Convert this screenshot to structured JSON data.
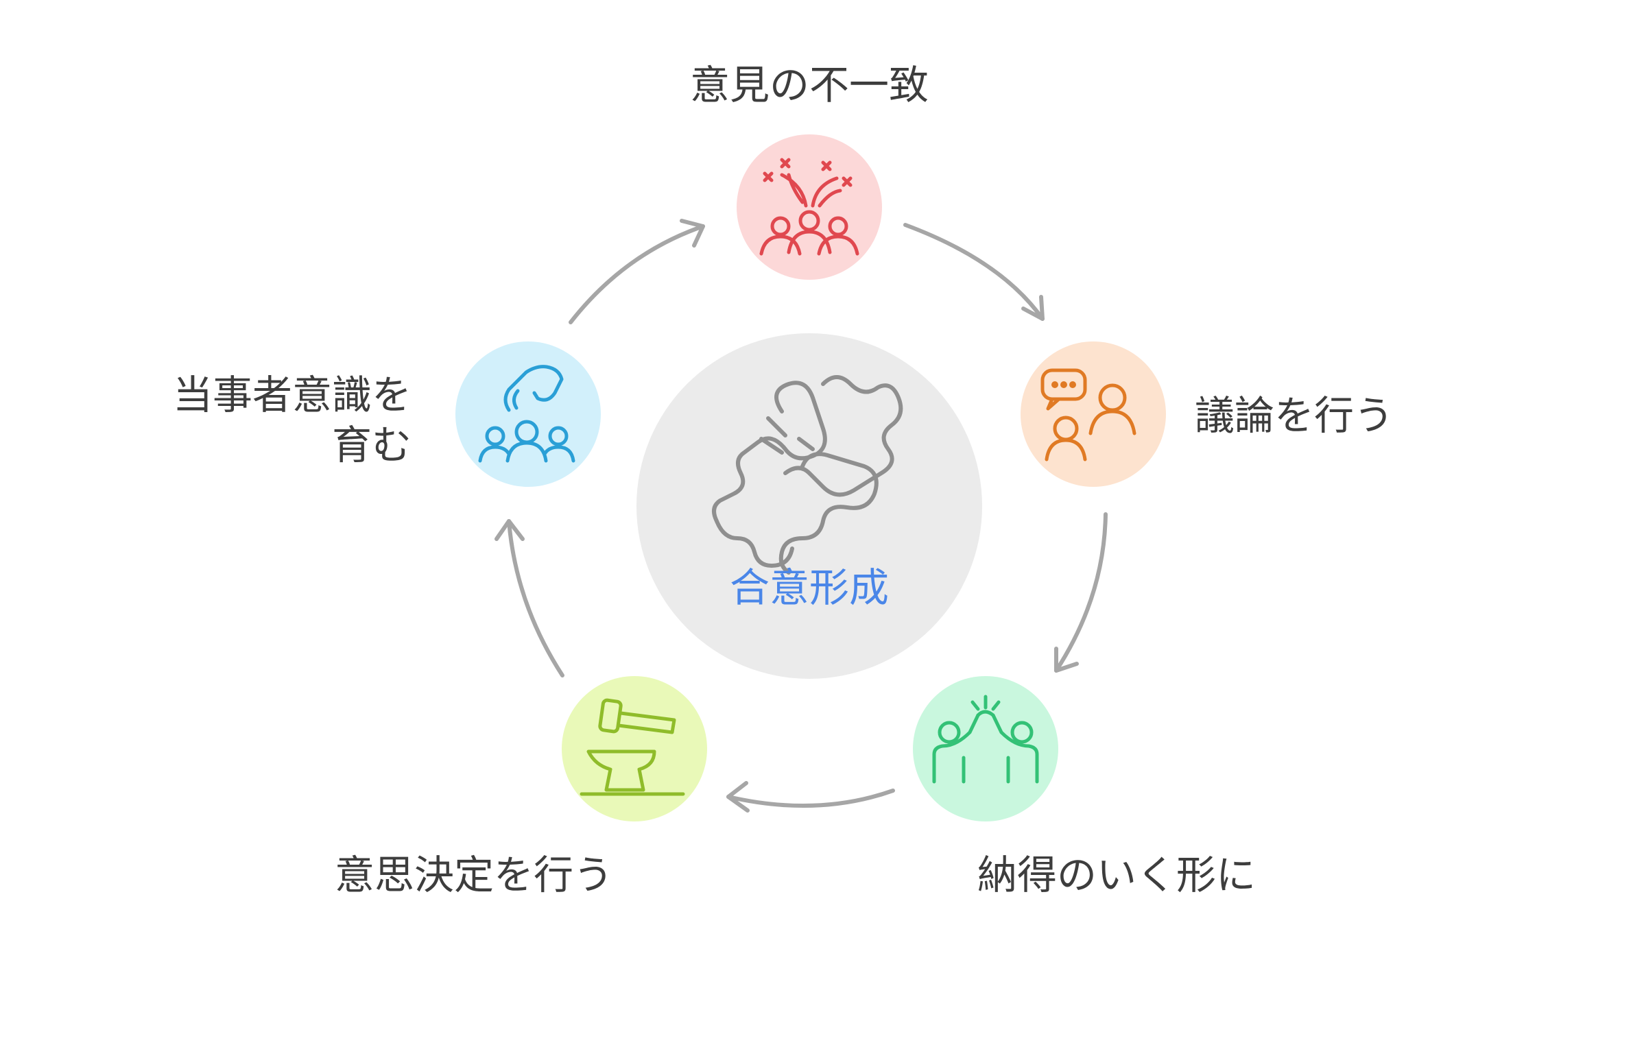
{
  "center": {
    "label": "合意形成",
    "icon": "handshake-puzzle-icon",
    "color": "#4a86e8"
  },
  "steps": [
    {
      "label": "意見の不一致",
      "icon": "disagreement-people-icon",
      "fill": "#fcd8d8",
      "stroke": "#e0484f"
    },
    {
      "label": "議論を行う",
      "icon": "discussion-people-icon",
      "fill": "#fde3cf",
      "stroke": "#e07a24"
    },
    {
      "label": "納得のいく形に",
      "icon": "high-five-icon",
      "fill": "#c9f7de",
      "stroke": "#33c176"
    },
    {
      "label": "意思決定を行う",
      "icon": "gavel-anvil-icon",
      "fill": "#e9f9b8",
      "stroke": "#8fbc2a"
    },
    {
      "label_line1": "当事者意識を",
      "label_line2": "育む",
      "icon": "hand-over-team-icon",
      "fill": "#d2f0fb",
      "stroke": "#2a9fd6"
    }
  ],
  "colors": {
    "arrow": "#a6a6a6",
    "center_circle": "#ebebeb",
    "text": "#3d3d3d"
  }
}
